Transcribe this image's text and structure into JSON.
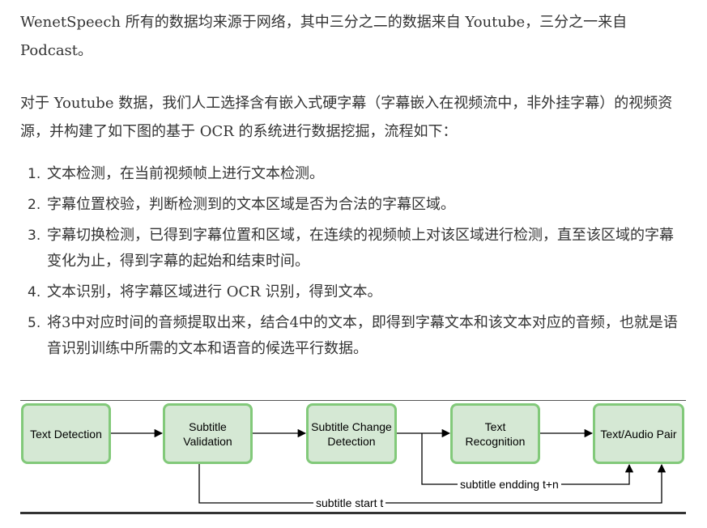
{
  "intro": {
    "p1": "WenetSpeech 所有的数据均来源于网络，其中三分之二的数据来自 Youtube，三分之一来自 Podcast。",
    "p2": "对于 Youtube 数据，我们人工选择含有嵌入式硬字幕（字幕嵌入在视频流中，非外挂字幕）的视频资源，并构建了如下图的基于 OCR 的系统进行数据挖掘，流程如下："
  },
  "steps": [
    {
      "num": "1.",
      "text": "文本检测，在当前视频帧上进行文本检测。"
    },
    {
      "num": "2.",
      "text": "字幕位置校验，判断检测到的文本区域是否为合法的字幕区域。"
    },
    {
      "num": "3.",
      "text": "字幕切换检测，已得到字幕位置和区域，在连续的视频帧上对该区域进行检测，直至该区域的字幕变化为止，得到字幕的起始和结束时间。"
    },
    {
      "num": "4.",
      "text": "文本识别，将字幕区域进行 OCR 识别，得到文本。"
    },
    {
      "num": "5.",
      "text": "将3中对应时间的音频提取出来，结合4中的文本，即得到字幕文本和该文本对应的音频，也就是语音识别训练中所需的文本和语音的候选平行数据。"
    }
  ],
  "diagram": {
    "boxes": {
      "text_detection": "Text Detection",
      "subtitle_validation": "Subtitle Validation",
      "subtitle_change_detection": "Subtitle Change Detection",
      "text_recognition": "Text Recognition",
      "text_audio_pair": "Text/Audio Pair"
    },
    "labels": {
      "subtitle_end": "subtitle endding t+n",
      "subtitle_start": "subtitle start t"
    },
    "colors": {
      "box_fill": "#d5e8d4",
      "box_border": "#82c97a"
    }
  }
}
